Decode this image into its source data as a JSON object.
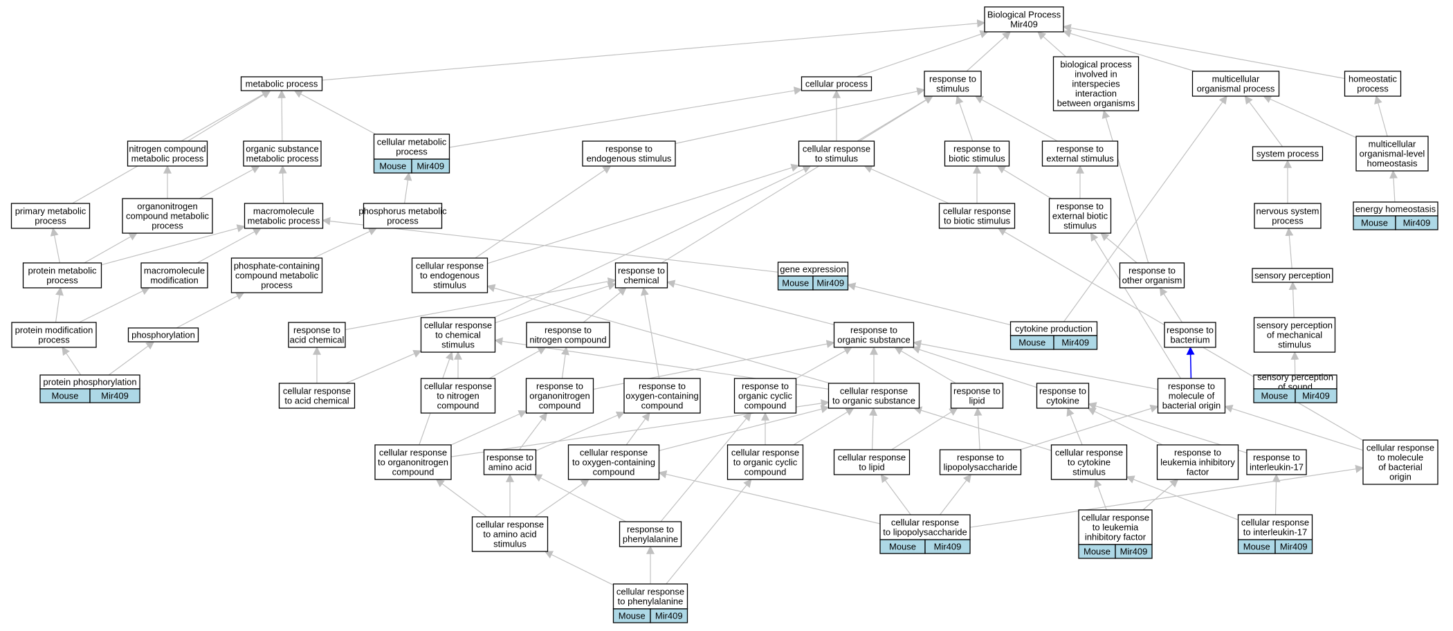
{
  "graph": {
    "root": "bp",
    "colors": {
      "edge": "#c0c0c0",
      "highlight_edge": "#0000ff",
      "node_border": "#000000",
      "node_fill": "#ffffff",
      "annotation_fill": "#add8e6"
    },
    "nodes": [
      {
        "id": "bp",
        "label": "Biological Process\nMir409"
      },
      {
        "id": "metab",
        "label": "metabolic process"
      },
      {
        "id": "cellproc",
        "label": "cellular process"
      },
      {
        "id": "rstim",
        "label": "response to\nstimulus"
      },
      {
        "id": "interspecies",
        "label": "biological process\ninvolved in\ninterspecies\ninteraction\nbetween organisms"
      },
      {
        "id": "multicell",
        "label": "multicellular\norganismal process"
      },
      {
        "id": "homeo",
        "label": "homeostatic\nprocess"
      },
      {
        "id": "nitro",
        "label": "nitrogen compound\nmetabolic process"
      },
      {
        "id": "orgsub",
        "label": "organic substance\nmetabolic process"
      },
      {
        "id": "cellmetab",
        "label": "cellular metabolic\nprocess",
        "annotation": [
          "Mouse",
          "Mir409"
        ]
      },
      {
        "id": "rendo",
        "label": "response to\nendogenous stimulus"
      },
      {
        "id": "crstim",
        "label": "cellular response\nto stimulus"
      },
      {
        "id": "rbiotic",
        "label": "response to\nbiotic stimulus"
      },
      {
        "id": "rext",
        "label": "response to\nexternal stimulus"
      },
      {
        "id": "sysproc",
        "label": "system process"
      },
      {
        "id": "mohomeo",
        "label": "multicellular\norganismal-level\nhomeostasis"
      },
      {
        "id": "primary",
        "label": "primary metabolic\nprocess"
      },
      {
        "id": "orgnitro",
        "label": "organonitrogen\ncompound metabolic\nprocess"
      },
      {
        "id": "macro",
        "label": "macromolecule\nmetabolic process"
      },
      {
        "id": "phosmetab",
        "label": "phosphorus metabolic\nprocess"
      },
      {
        "id": "crbiotic",
        "label": "cellular response\nto biotic stimulus"
      },
      {
        "id": "rextbiotic",
        "label": "response to\nexternal biotic\nstimulus"
      },
      {
        "id": "nervous",
        "label": "nervous system\nprocess"
      },
      {
        "id": "energy",
        "label": "energy homeostasis",
        "annotation": [
          "Mouse",
          "Mir409"
        ]
      },
      {
        "id": "protmetab",
        "label": "protein metabolic\nprocess"
      },
      {
        "id": "macromod",
        "label": "macromolecule\nmodification"
      },
      {
        "id": "phoscont",
        "label": "phosphate-containing\ncompound metabolic\nprocess"
      },
      {
        "id": "crendo",
        "label": "cellular response\nto endogenous\nstimulus"
      },
      {
        "id": "rchem",
        "label": "response to\nchemical"
      },
      {
        "id": "geneexpr",
        "label": "gene expression",
        "annotation": [
          "Mouse",
          "Mir409"
        ]
      },
      {
        "id": "rother",
        "label": "response to\nother organism"
      },
      {
        "id": "sensory",
        "label": "sensory perception"
      },
      {
        "id": "protmod",
        "label": "protein modification\nprocess"
      },
      {
        "id": "phosph",
        "label": "phosphorylation"
      },
      {
        "id": "racid",
        "label": "response to\nacid chemical"
      },
      {
        "id": "crchem",
        "label": "cellular response\nto chemical\nstimulus"
      },
      {
        "id": "rnitrocomp",
        "label": "response to\nnitrogen compound"
      },
      {
        "id": "rorgsub",
        "label": "response to\norganic substance"
      },
      {
        "id": "cytoprod",
        "label": "cytokine production",
        "annotation": [
          "Mouse",
          "Mir409"
        ]
      },
      {
        "id": "rbact",
        "label": "response to\nbacterium"
      },
      {
        "id": "mechan",
        "label": "sensory perception\nof mechanical\nstimulus"
      },
      {
        "id": "protphos",
        "label": "protein phosphorylation",
        "annotation": [
          "Mouse",
          "Mir409"
        ]
      },
      {
        "id": "cracid",
        "label": "cellular response\nto acid chemical"
      },
      {
        "id": "crnitrocomp",
        "label": "cellular response\nto nitrogen\ncompound"
      },
      {
        "id": "rorgnitro",
        "label": "response to\norganonitrogen\ncompound"
      },
      {
        "id": "roxy",
        "label": "response to\noxygen-containing\ncompound"
      },
      {
        "id": "rorgcyc",
        "label": "response to\norganic cyclic\ncompound"
      },
      {
        "id": "crorgsub",
        "label": "cellular response\nto organic substance"
      },
      {
        "id": "rlipid",
        "label": "response to\nlipid"
      },
      {
        "id": "rcyto",
        "label": "response to\ncytokine"
      },
      {
        "id": "rmolbact",
        "label": "response to\nmolecule of\nbacterial origin"
      },
      {
        "id": "sound",
        "label": "sensory perception\nof sound",
        "annotation": [
          "Mouse",
          "Mir409"
        ]
      },
      {
        "id": "crorgnitro",
        "label": "cellular response\nto organonitrogen\ncompound"
      },
      {
        "id": "raa",
        "label": "response to\namino acid"
      },
      {
        "id": "croxy",
        "label": "cellular response\nto oxygen-containing\ncompound"
      },
      {
        "id": "crorgcyc",
        "label": "cellular response\nto organic cyclic\ncompound"
      },
      {
        "id": "crlipid",
        "label": "cellular response\nto lipid"
      },
      {
        "id": "rlps",
        "label": "response to\nlipopolysaccharide"
      },
      {
        "id": "crcyto",
        "label": "cellular response\nto cytokine\nstimulus"
      },
      {
        "id": "rlif",
        "label": "response to\nleukemia inhibitory\nfactor"
      },
      {
        "id": "ril17",
        "label": "response to\ninterleukin-17"
      },
      {
        "id": "crmolbact",
        "label": "cellular response\nto molecule\nof bacterial\norigin"
      },
      {
        "id": "craa",
        "label": "cellular response\nto amino acid\nstimulus"
      },
      {
        "id": "rphe",
        "label": "response to\nphenylalanine"
      },
      {
        "id": "crlps",
        "label": "cellular response\nto lipopolysaccharide",
        "annotation": [
          "Mouse",
          "Mir409"
        ]
      },
      {
        "id": "crlif",
        "label": "cellular response\nto leukemia\ninhibitory factor",
        "annotation": [
          "Mouse",
          "Mir409"
        ]
      },
      {
        "id": "cril17",
        "label": "cellular response\nto interleukin-17",
        "annotation": [
          "Mouse",
          "Mir409"
        ]
      },
      {
        "id": "crphe",
        "label": "cellular response\nto phenylalanine",
        "annotation": [
          "Mouse",
          "Mir409"
        ]
      }
    ],
    "edges": [
      [
        "metab",
        "bp"
      ],
      [
        "cellproc",
        "bp"
      ],
      [
        "rstim",
        "bp"
      ],
      [
        "interspecies",
        "bp"
      ],
      [
        "multicell",
        "bp"
      ],
      [
        "homeo",
        "bp"
      ],
      [
        "nitro",
        "metab"
      ],
      [
        "orgsub",
        "metab"
      ],
      [
        "cellmetab",
        "metab"
      ],
      [
        "primary",
        "metab"
      ],
      [
        "cellmetab",
        "cellproc"
      ],
      [
        "crstim",
        "cellproc"
      ],
      [
        "rendo",
        "rstim"
      ],
      [
        "crstim",
        "rstim"
      ],
      [
        "rbiotic",
        "rstim"
      ],
      [
        "rext",
        "rstim"
      ],
      [
        "rchem",
        "rstim"
      ],
      [
        "rother",
        "interspecies"
      ],
      [
        "sysproc",
        "multicell"
      ],
      [
        "mohomeo",
        "multicell"
      ],
      [
        "cytoprod",
        "multicell"
      ],
      [
        "mohomeo",
        "homeo"
      ],
      [
        "energy",
        "mohomeo"
      ],
      [
        "orgnitro",
        "nitro"
      ],
      [
        "orgnitro",
        "orgsub"
      ],
      [
        "macro",
        "orgsub"
      ],
      [
        "phosmetab",
        "cellmetab"
      ],
      [
        "phoscont",
        "phosmetab"
      ],
      [
        "crendo",
        "rendo"
      ],
      [
        "crendo",
        "crstim"
      ],
      [
        "crchem",
        "crstim"
      ],
      [
        "crbiotic",
        "crstim"
      ],
      [
        "crbiotic",
        "rbiotic"
      ],
      [
        "rextbiotic",
        "rbiotic"
      ],
      [
        "rextbiotic",
        "rext"
      ],
      [
        "rother",
        "rextbiotic"
      ],
      [
        "rmolbact",
        "rextbiotic"
      ],
      [
        "crmolbact",
        "crbiotic"
      ],
      [
        "nervous",
        "sysproc"
      ],
      [
        "sensory",
        "nervous"
      ],
      [
        "mechan",
        "sensory"
      ],
      [
        "sound",
        "mechan"
      ],
      [
        "protmetab",
        "primary"
      ],
      [
        "protmetab",
        "orgnitro"
      ],
      [
        "protmetab",
        "macro"
      ],
      [
        "macromod",
        "macro"
      ],
      [
        "geneexpr",
        "macro"
      ],
      [
        "protmod",
        "protmetab"
      ],
      [
        "protmod",
        "macromod"
      ],
      [
        "phosph",
        "phoscont"
      ],
      [
        "protphos",
        "protmod"
      ],
      [
        "protphos",
        "phosph"
      ],
      [
        "racid",
        "rchem"
      ],
      [
        "crchem",
        "rchem"
      ],
      [
        "rnitrocomp",
        "rchem"
      ],
      [
        "rorgsub",
        "rchem"
      ],
      [
        "roxy",
        "rchem"
      ],
      [
        "cytoprod",
        "geneexpr"
      ],
      [
        "rbact",
        "rother"
      ],
      [
        "cracid",
        "racid"
      ],
      [
        "cracid",
        "crchem"
      ],
      [
        "crnitrocomp",
        "rnitrocomp"
      ],
      [
        "crnitrocomp",
        "crchem"
      ],
      [
        "rorgnitro",
        "rnitrocomp"
      ],
      [
        "rorgnitro",
        "rorgsub"
      ],
      [
        "rorgcyc",
        "rorgsub"
      ],
      [
        "crorgsub",
        "rorgsub"
      ],
      [
        "rlipid",
        "rorgsub"
      ],
      [
        "rcyto",
        "rorgsub"
      ],
      [
        "rmolbact",
        "rorgsub"
      ],
      [
        "crorgsub",
        "crchem"
      ],
      [
        "crorgsub",
        "crendo"
      ],
      [
        "rmolbact",
        "rbact"
      ],
      [
        "crorgnitro",
        "rorgnitro"
      ],
      [
        "crorgnitro",
        "crorgsub"
      ],
      [
        "crorgnitro",
        "crchem"
      ],
      [
        "raa",
        "rorgnitro"
      ],
      [
        "raa",
        "roxy"
      ],
      [
        "croxy",
        "roxy"
      ],
      [
        "croxy",
        "crorgsub"
      ],
      [
        "crorgcyc",
        "rorgcyc"
      ],
      [
        "crorgcyc",
        "crorgsub"
      ],
      [
        "crlipid",
        "rlipid"
      ],
      [
        "crlipid",
        "crorgsub"
      ],
      [
        "rlps",
        "rlipid"
      ],
      [
        "rlps",
        "rmolbact"
      ],
      [
        "crcyto",
        "rcyto"
      ],
      [
        "crcyto",
        "crorgsub"
      ],
      [
        "rlif",
        "rcyto"
      ],
      [
        "ril17",
        "rcyto"
      ],
      [
        "crmolbact",
        "rmolbact"
      ],
      [
        "craa",
        "raa"
      ],
      [
        "craa",
        "crorgnitro"
      ],
      [
        "craa",
        "croxy"
      ],
      [
        "rphe",
        "raa"
      ],
      [
        "rphe",
        "rorgcyc"
      ],
      [
        "crlps",
        "rlps"
      ],
      [
        "crlps",
        "crlipid"
      ],
      [
        "crlps",
        "crmolbact"
      ],
      [
        "crlps",
        "croxy"
      ],
      [
        "crlif",
        "crcyto"
      ],
      [
        "crlif",
        "rlif"
      ],
      [
        "cril17",
        "crcyto"
      ],
      [
        "cril17",
        "ril17"
      ],
      [
        "crphe",
        "craa"
      ],
      [
        "crphe",
        "rphe"
      ],
      [
        "crphe",
        "crorgcyc"
      ]
    ],
    "highlight_edges": [
      [
        "rmolbact",
        "rbact"
      ]
    ]
  }
}
